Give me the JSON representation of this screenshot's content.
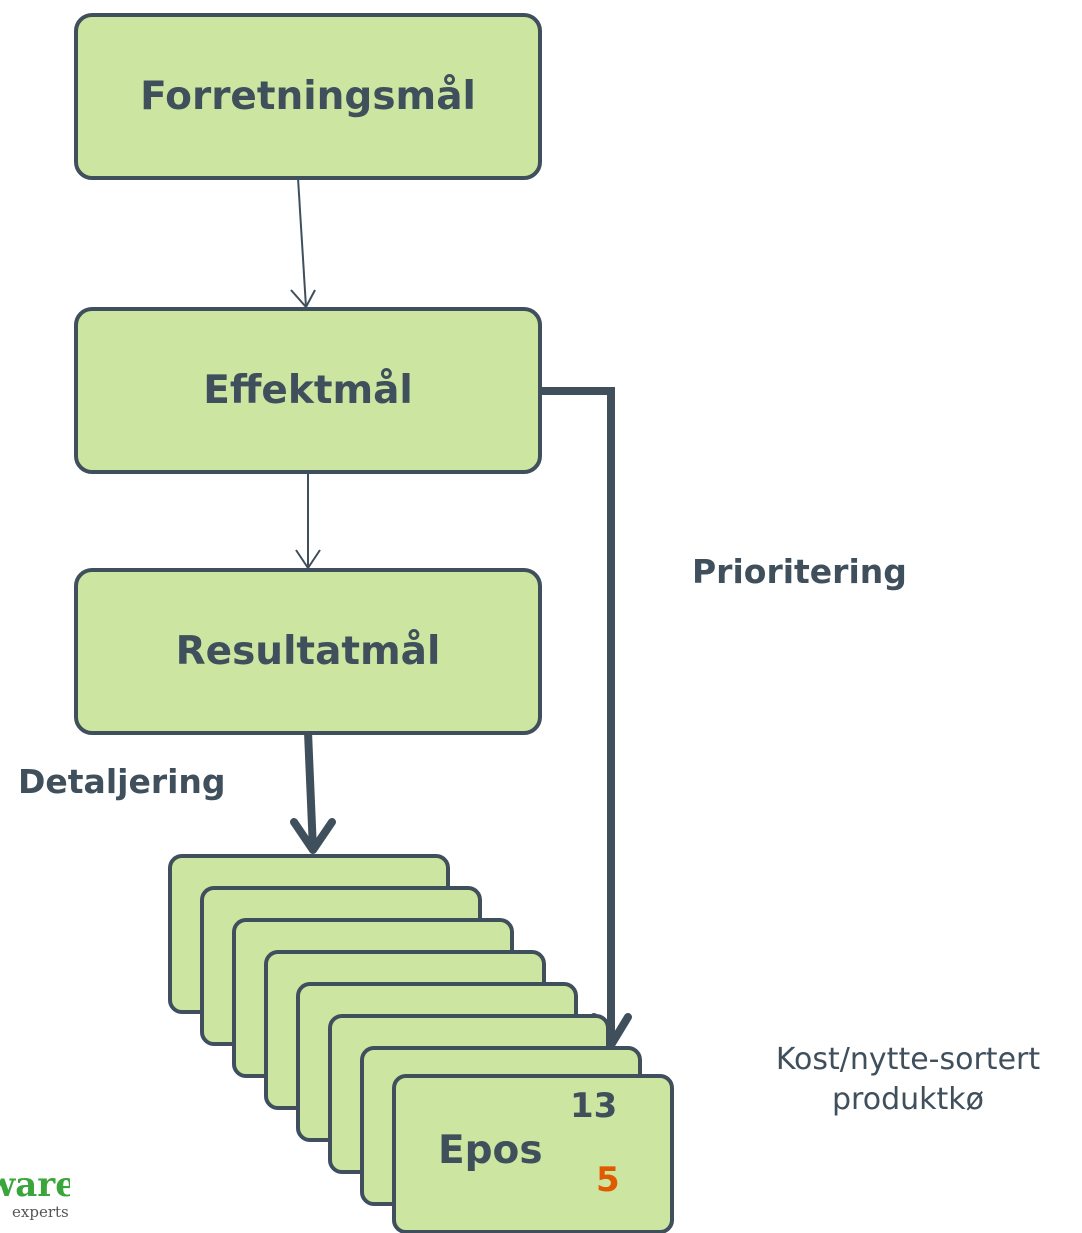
{
  "diagram": {
    "boxes": {
      "business_goal": "Forretningsmål",
      "effect_goal": "Effektmål",
      "result_goal": "Resultatmål"
    },
    "labels": {
      "prioritization": "Prioritering",
      "detailing": "Detaljering",
      "queue_line1": "Kost/nytte-sortert",
      "queue_line2": "produktkø"
    },
    "epic_card": {
      "title": "Epos",
      "top_value": "13",
      "bottom_value": "5",
      "bottom_value_color": "#e05a00"
    },
    "stack_count": 8,
    "colors": {
      "box_fill": "#cce6a1",
      "stroke": "#3f4f5c"
    }
  },
  "logo": {
    "main_text": "ware",
    "sub_text": "experts"
  }
}
